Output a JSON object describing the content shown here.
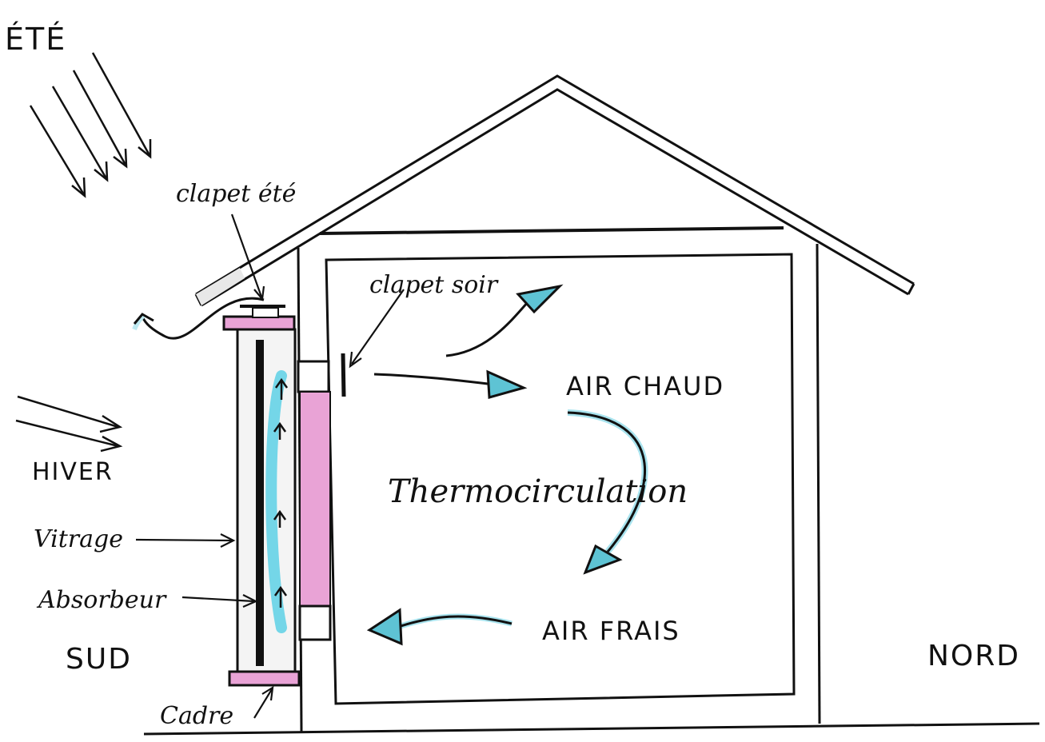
{
  "labels": {
    "ete": "ÉTÉ",
    "hiver": "HIVER",
    "clapet_ete": "clapet été",
    "clapet_soir": "clapet soir",
    "air_chaud": "AIR CHAUD",
    "thermocirculation": "Thermocirculation",
    "air_frais": "AIR FRAIS",
    "vitrage": "Vitrage",
    "absorbeur": "Absorbeur",
    "sud": "SUD",
    "nord": "NORD",
    "cadre": "Cadre"
  },
  "colors": {
    "line": "#111111",
    "pink": "#e9a3d6",
    "cyan": "#74d6e8",
    "arrowhead": "#5ec3d4",
    "glazing": "#f2f2f2"
  }
}
